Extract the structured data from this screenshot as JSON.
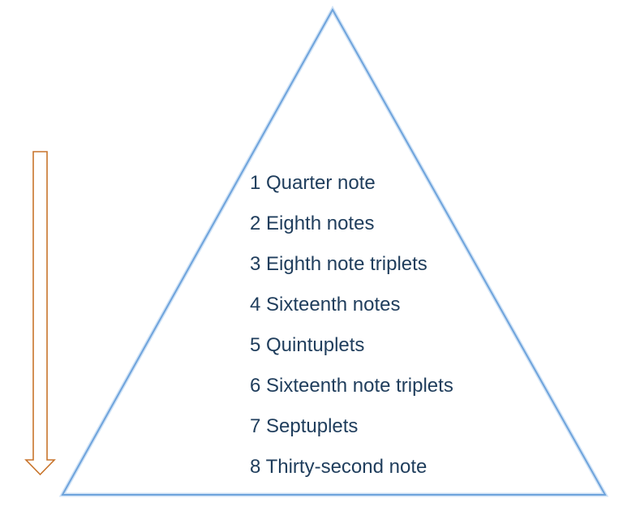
{
  "diagram": {
    "type": "pyramid",
    "items": [
      "1 Quarter note",
      "2 Eighth notes",
      "3 Eighth note triplets",
      "4 Sixteenth notes",
      "5 Quintuplets",
      "6 Sixteenth note triplets",
      "7 Septuplets",
      "8 Thirty-second note"
    ],
    "colors": {
      "triangle_stroke": "#6fa4dc",
      "arrow_stroke": "#c8742b",
      "text": "#1f3d5c"
    },
    "arrow_direction": "down"
  }
}
